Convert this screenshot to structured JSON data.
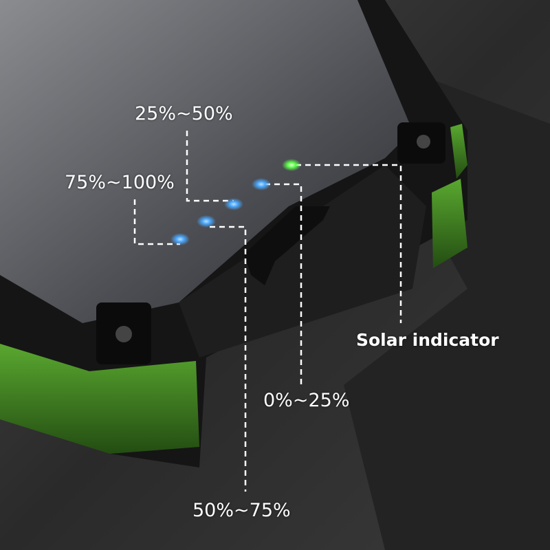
{
  "labels": {
    "level_25_50": "25%~50%",
    "level_75_100": "75%~100%",
    "solar_indicator": "Solar indicator",
    "level_0_25": "0%~25%",
    "level_50_75": "50%~75%"
  },
  "colors": {
    "led_blue": "#4aa8ff",
    "led_green": "#5cff4a",
    "bumper_green": "#3f8a22",
    "line": "#ffffff"
  }
}
